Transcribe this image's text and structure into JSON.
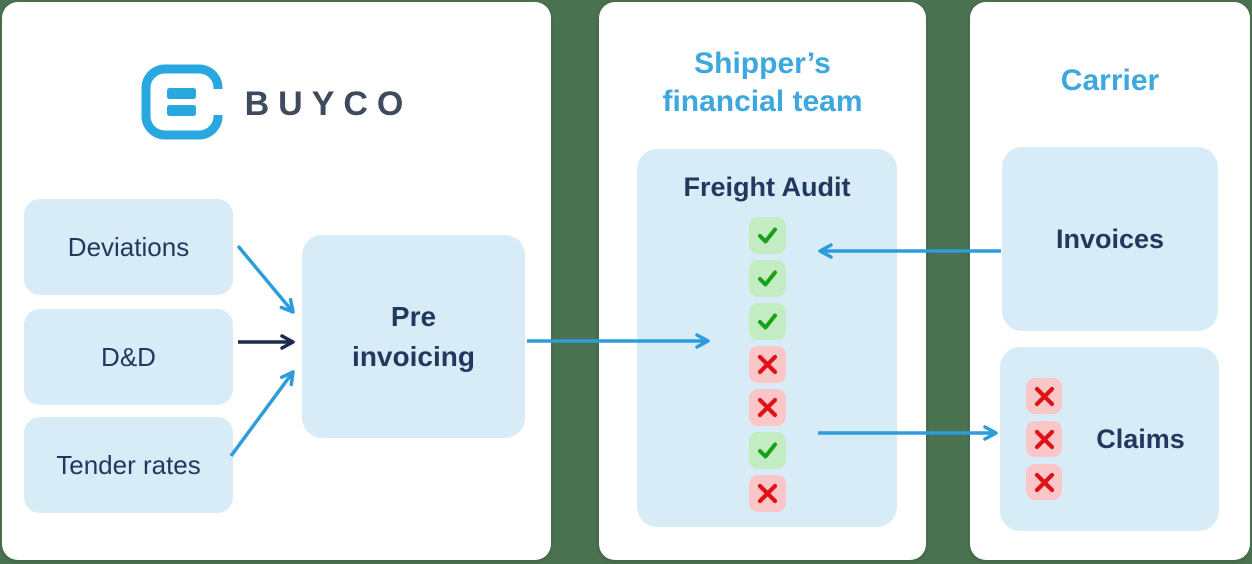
{
  "colors": {
    "background_green": "#4A7150",
    "panel_white": "#FFFFFF",
    "box_light_blue": "#D8ECF8",
    "heading_blue": "#3DA7DF",
    "text_navy": "#21395E",
    "logo_blue": "#29A8E0",
    "logo_word_slate": "#3E4B5C",
    "arrow_blue": "#2D9CDB",
    "arrow_navy": "#1B2B4B",
    "check_bg": "#C3ECC3",
    "check_stroke": "#18A018",
    "cross_bg": "#FBC6C8",
    "cross_stroke": "#DE1217"
  },
  "buyco_panel": {
    "logo_word": "BUYCO",
    "boxes": [
      {
        "label": "Deviations"
      },
      {
        "label": "D&D"
      },
      {
        "label": "Tender rates"
      }
    ],
    "pre_invoicing_label": "Pre invoicing"
  },
  "shipper_panel": {
    "heading": "Shipper’s financial team",
    "audit_title": "Freight Audit",
    "audit_results": [
      "pass",
      "pass",
      "pass",
      "fail",
      "fail",
      "pass",
      "fail"
    ]
  },
  "carrier_panel": {
    "heading": "Carrier",
    "invoices_label": "Invoices",
    "claims_label": "Claims",
    "claims_marks": [
      "fail",
      "fail",
      "fail"
    ]
  }
}
